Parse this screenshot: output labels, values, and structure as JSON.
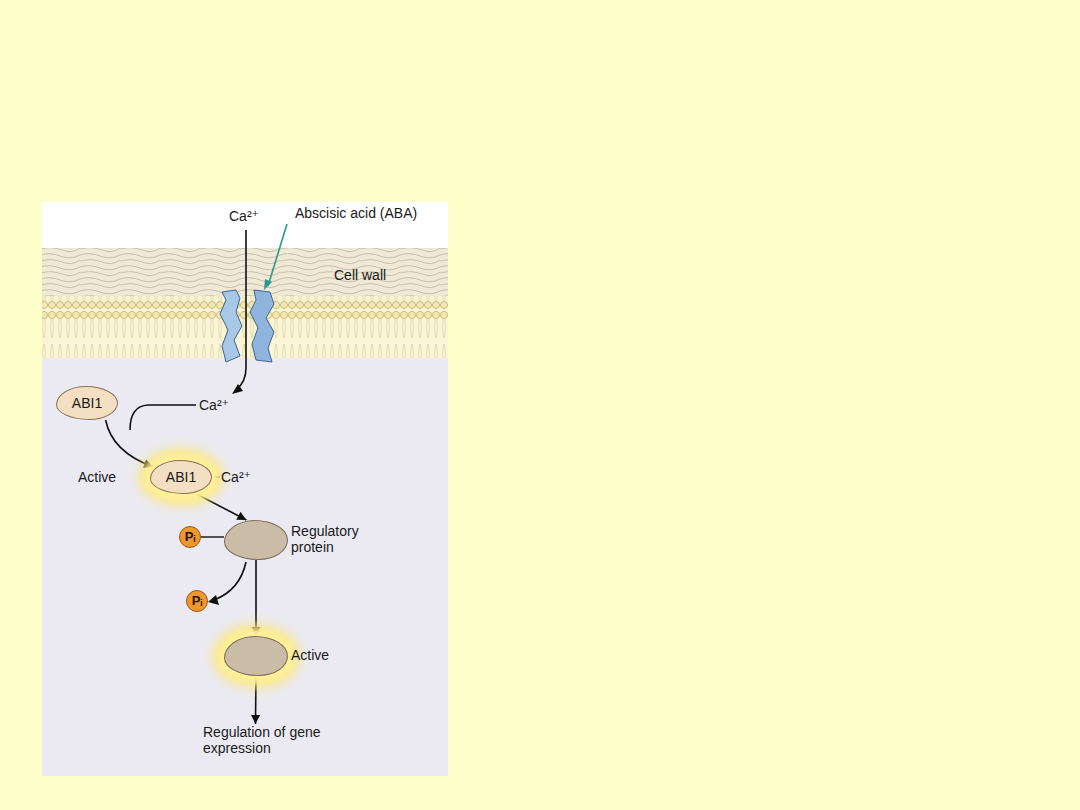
{
  "diagram": {
    "nodes": [
      {
        "text": [
          "ABI1"
        ]
      },
      {
        "text": [
          "ABI1"
        ]
      },
      {
        "text": [
          "Regulatory protein"
        ]
      },
      {
        "text": [
          "Active"
        ]
      },
      {
        "text": [
          "Regulation of gene expression"
        ]
      }
    ],
    "edges": [
      {
        "from": 0,
        "to": 1,
        "arrow": "to"
      },
      {
        "from": 1,
        "to": 2,
        "arrow": "to"
      },
      {
        "from": 2,
        "to": 3,
        "arrow": "to"
      },
      {
        "from": 3,
        "to": 4,
        "arrow": "to"
      }
    ],
    "labels": [
      "Ca²⁺",
      "Abscisic acid (ABA)",
      "Cell wall",
      "Ca²⁺",
      "Active",
      "Ca²⁺",
      "Pᵢ",
      "Pᵢ"
    ]
  }
}
